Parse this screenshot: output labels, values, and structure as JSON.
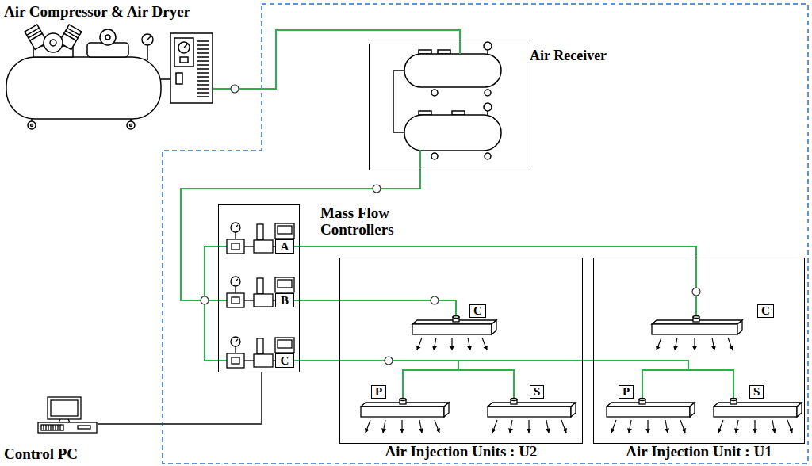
{
  "diagram": {
    "nodes": [
      {
        "text": [
          "Air Compressor & Air Dryer"
        ]
      },
      {
        "text": [
          "Air Receiver"
        ]
      },
      {
        "text": [
          "Mass Flow Controllers"
        ]
      },
      {
        "text": [
          "A"
        ],
        "in": 2
      },
      {
        "text": [
          "B"
        ],
        "in": 2
      },
      {
        "text": [
          "C"
        ],
        "in": 2
      },
      {
        "text": [
          "Air Injection Units : U2"
        ]
      },
      {
        "text": [
          "C"
        ],
        "in": 6
      },
      {
        "text": [
          "P"
        ],
        "in": 6
      },
      {
        "text": [
          "S"
        ],
        "in": 6
      },
      {
        "text": [
          "Air Injection Unit : U1"
        ]
      },
      {
        "text": [
          "C"
        ],
        "in": 10
      },
      {
        "text": [
          "P"
        ],
        "in": 10
      },
      {
        "text": [
          "S"
        ],
        "in": 10
      },
      {
        "text": [
          "Control PC"
        ]
      }
    ],
    "edges": [
      {
        "from": 0,
        "to": 1,
        "arrow": "none"
      },
      {
        "from": 1,
        "to": 2,
        "arrow": "none"
      },
      {
        "from": 3,
        "to": 11,
        "arrow": "none"
      },
      {
        "from": 4,
        "to": 7,
        "arrow": "none"
      },
      {
        "from": 5,
        "to": 8,
        "arrow": "none"
      },
      {
        "from": 5,
        "to": 9,
        "arrow": "none"
      },
      {
        "from": 5,
        "to": 12,
        "arrow": "none"
      },
      {
        "from": 5,
        "to": 13,
        "arrow": "none"
      },
      {
        "from": 14,
        "to": 2,
        "arrow": "none"
      }
    ]
  }
}
